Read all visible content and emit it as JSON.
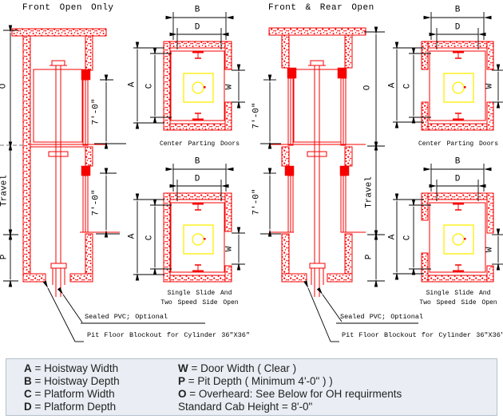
{
  "titles": {
    "left": "Front Open Only",
    "right": "Front & Rear Open"
  },
  "dims": {
    "A": "A",
    "B": "B",
    "C": "C",
    "D": "D",
    "W": "W",
    "O": "O",
    "P": "P",
    "travel": "Travel",
    "door_height": "7'-0\""
  },
  "captions": {
    "center_parting": "Center Parting Doors",
    "single_slide_1": "Single Slide And",
    "single_slide_2": "Two Speed Side Open"
  },
  "notes": {
    "sealed_pvc": "Sealed PVC; Optional",
    "pit_blockout": "Pit Floor Blockout for Cylinder 36\"X36\""
  },
  "legend": {
    "left": [
      {
        "key": "A",
        "rest": " = Hoistway Width"
      },
      {
        "key": "B",
        "rest": " = Hoistway Depth"
      },
      {
        "key": "C",
        "rest": " = Platform Width"
      },
      {
        "key": "D",
        "rest": " = Platform Depth"
      }
    ],
    "right": [
      {
        "key": "W",
        "rest": " = Door Width ( Clear )"
      },
      {
        "key": "P",
        "rest": " = Pit Depth ( Minimum 4'-0\" ) )"
      },
      {
        "key": "O",
        "rest": " = Overheard: See Below for OH requirments"
      },
      {
        "key": "",
        "rest": "Standard Cab Height = 8'-0\""
      }
    ]
  },
  "colors": {
    "wall_red": "#f70000",
    "cab_yellow": "#ffef00",
    "line_black": "#000000",
    "legend_bg": "#eaeef4",
    "legend_border": "#b4bfcb"
  }
}
